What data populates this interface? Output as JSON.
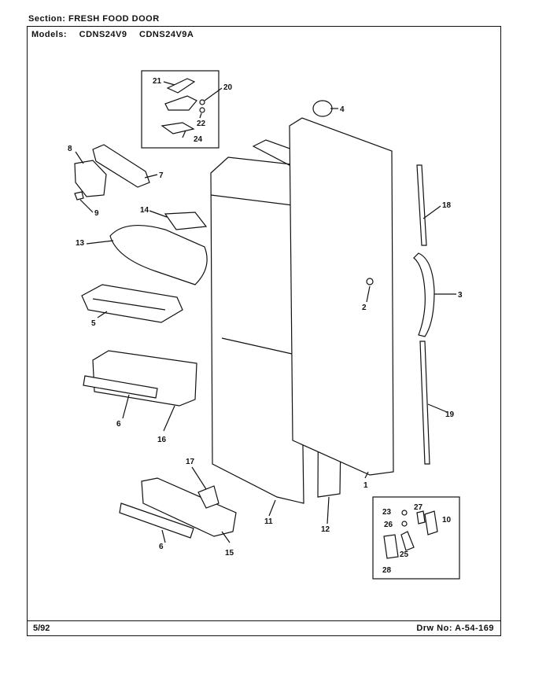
{
  "header": {
    "section_label": "Section:",
    "section_value": "FRESH FOOD DOOR",
    "models_label": "Models:",
    "models": [
      "CDNS24V9",
      "CDNS24V9A"
    ]
  },
  "footer": {
    "date": "5/92",
    "drawing_label": "Drw No:",
    "drawing_number": "A-54-169"
  },
  "callouts": [
    "21",
    "20",
    "22",
    "24",
    "8",
    "7",
    "9",
    "14",
    "13",
    "5",
    "6",
    "16",
    "17",
    "6",
    "15",
    "11",
    "12",
    "4",
    "2",
    "1",
    "18",
    "3",
    "19",
    "23",
    "27",
    "26",
    "10",
    "25",
    "28"
  ]
}
